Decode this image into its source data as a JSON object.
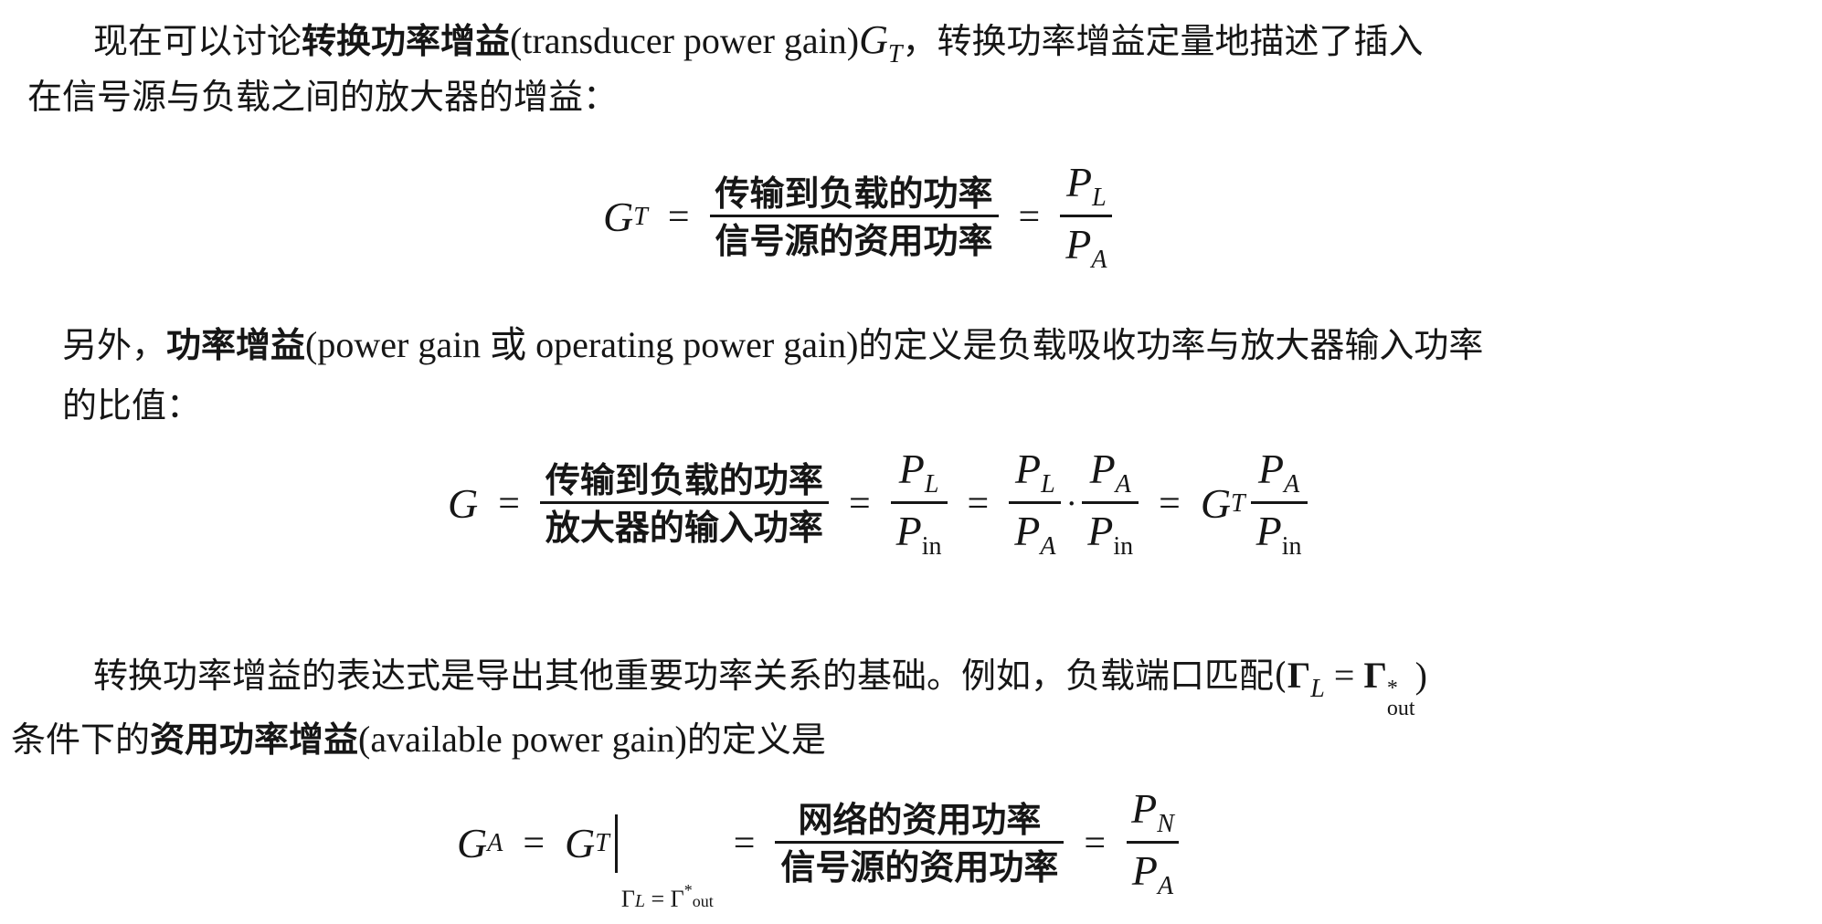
{
  "p1": {
    "pre": "现在可以讨论",
    "term": "转换功率增益",
    "en": "(transducer power gain)",
    "sym": "G",
    "sym_sub": "T",
    "post": "，转换功率增益定量地描述了插入",
    "line2": "在信号源与负载之间的放大器的增益："
  },
  "eq1": {
    "lhs": "G",
    "lhs_sub": "T",
    "num": "传输到负载的功率",
    "den": "信号源的资用功率",
    "r_num": "P",
    "r_num_sub": "L",
    "r_den": "P",
    "r_den_sub": "A"
  },
  "p2": {
    "pre": "另外，",
    "term": "功率增益",
    "en": "(power gain 或 operating power gain)",
    "post": "的定义是负载吸收功率与放大器输入功率",
    "line2": "的比值："
  },
  "eq2": {
    "lhs": "G",
    "num": "传输到负载的功率",
    "den": "放大器的输入功率",
    "f1_num": "P",
    "f1_num_sub": "L",
    "f1_den": "P",
    "f1_den_sub": "in",
    "f2_num": "P",
    "f2_num_sub": "L",
    "f2_den": "P",
    "f2_den_sub": "A",
    "f3_num": "P",
    "f3_num_sub": "A",
    "f3_den": "P",
    "f3_den_sub": "in",
    "gt": "G",
    "gt_sub": "T",
    "f4_num": "P",
    "f4_num_sub": "A",
    "f4_den": "P",
    "f4_den_sub": "in"
  },
  "p3": {
    "pre": "转换功率增益的表达式是导出其他重要功率关系的基础。例如，负载端口匹配(",
    "gamma_l": "Γ",
    "gamma_l_sub": "L",
    "eq": " = ",
    "gamma_out": "Γ",
    "gamma_out_sup": "*",
    "gamma_out_sub": "out",
    "close": ")",
    "line2_pre": "条件下的",
    "term": "资用功率增益",
    "en": "(available power gain)",
    "post": "的定义是"
  },
  "eq3": {
    "lhs": "G",
    "lhs_sub": "A",
    "gt": "G",
    "gt_sub": "T",
    "eval": "Γ",
    "eval_sub_l": "L",
    "eval_eq": " = Γ",
    "eval_sup": "*",
    "eval_sub": "out",
    "num": "网络的资用功率",
    "den": "信号源的资用功率",
    "r_num": "P",
    "r_num_sub": "N",
    "r_den": "P",
    "r_den_sub": "A"
  }
}
